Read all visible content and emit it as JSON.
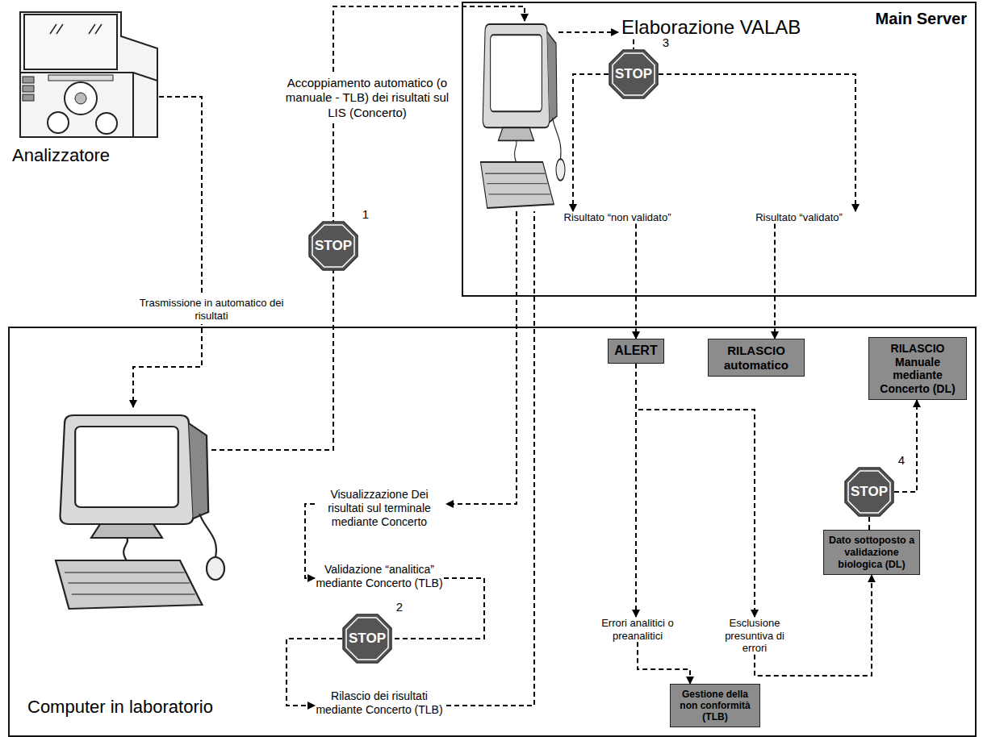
{
  "diagram": {
    "nodes": [
      {
        "text": [
          "Main Server"
        ]
      },
      {
        "text": [
          "Elaborazione VALAB"
        ],
        "in": 0
      },
      {
        "text": [
          "STOP",
          "3"
        ],
        "in": 0
      },
      {
        "text": [
          "Risultato “non validato”"
        ],
        "in": 0
      },
      {
        "text": [
          "Risultato “validato”"
        ],
        "in": 0
      },
      {
        "text": [
          "Analizzatore"
        ]
      },
      {
        "text": [
          "STOP",
          "1"
        ]
      },
      {
        "text": [
          "Computer in laboratorio"
        ]
      },
      {
        "text": [
          "Visualizzazione Dei risultati sul terminale mediante Concerto"
        ],
        "in": 7
      },
      {
        "text": [
          "Validazione “analitica” mediante Concerto (TLB)"
        ],
        "in": 7
      },
      {
        "text": [
          "STOP",
          "2"
        ],
        "in": 7
      },
      {
        "text": [
          "Rilascio dei risultati mediante Concerto (TLB)"
        ],
        "in": 7
      },
      {
        "text": [
          "ALERT"
        ],
        "in": 7
      },
      {
        "text": [
          "RILASCIO automatico"
        ],
        "in": 7
      },
      {
        "text": [
          "RILASCIO Manuale mediante Concerto (DL)"
        ],
        "in": 7
      },
      {
        "text": [
          "Errori analitici o preanalitici"
        ],
        "in": 7
      },
      {
        "text": [
          "Esclusione presuntiva di errori"
        ],
        "in": 7
      },
      {
        "text": [
          "STOP",
          "4"
        ],
        "in": 7
      },
      {
        "text": [
          "Gestione della non conformità (TLB)"
        ],
        "in": 7
      },
      {
        "text": [
          "Dato sottoposto a validazione biologica (DL)"
        ],
        "in": 7
      }
    ],
    "edges": [
      {
        "from": 1,
        "to": 2,
        "arrow": "none"
      },
      {
        "from": 2,
        "to": 3,
        "arrow": "to"
      },
      {
        "from": 2,
        "to": 4,
        "arrow": "to"
      },
      {
        "from": 3,
        "to": 12,
        "arrow": "to"
      },
      {
        "from": 4,
        "to": 13,
        "arrow": "to"
      },
      {
        "from": 12,
        "to": 15,
        "arrow": "to"
      },
      {
        "from": 12,
        "to": 16,
        "arrow": "to"
      },
      {
        "from": 15,
        "to": 18,
        "arrow": "to"
      },
      {
        "from": 16,
        "to": 19,
        "arrow": "to"
      },
      {
        "from": 19,
        "to": 17,
        "arrow": "none"
      },
      {
        "from": 17,
        "to": 14,
        "arrow": "to"
      },
      {
        "from": 8,
        "to": 9,
        "arrow": "to"
      },
      {
        "from": 9,
        "to": 10,
        "arrow": "none"
      },
      {
        "from": 10,
        "to": 11,
        "arrow": "to"
      }
    ],
    "labels": [
      "Accoppiamento automatico (o manuale - TLB) dei risultati sul LIS (Concerto)",
      "Trasmissione in automatico dei risultati"
    ]
  }
}
